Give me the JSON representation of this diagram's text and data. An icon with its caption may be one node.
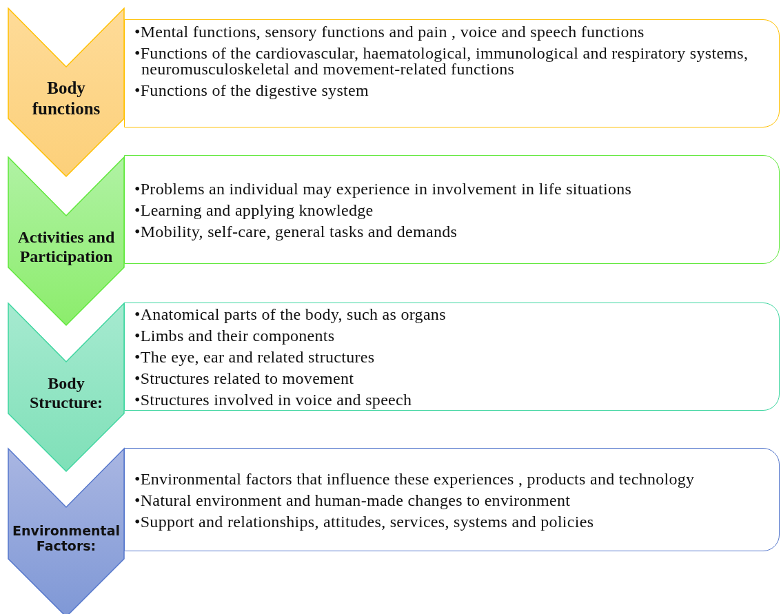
{
  "diagram": {
    "nodes": [
      {
        "text": [
          "Body functions"
        ]
      },
      {
        "text": [
          "•Mental functions, sensory functions and pain , voice and speech functions",
          "•Functions of the cardiovascular, haematological, immunological and respiratory systems, neuromusculoskeletal and movement-related functions",
          "•Functions of the digestive system"
        ]
      },
      {
        "text": [
          "Activities and Participation"
        ]
      },
      {
        "text": [
          "•Problems an individual may experience in involvement in life situations",
          "•Learning and applying knowledge",
          "•Mobility, self-care, general tasks and demands"
        ]
      },
      {
        "text": [
          "Body Structure:"
        ]
      },
      {
        "text": [
          "•Anatomical parts of the body, such as organs",
          "•Limbs and their components",
          "•The eye, ear and related structures",
          "•Structures related to movement",
          "•Structures involved in voice and speech"
        ]
      },
      {
        "text": [
          "Environmental Factors:"
        ]
      },
      {
        "text": [
          "•Environmental factors that influence these experiences , products and technology",
          "•Natural environment and human-made changes to environment",
          "•Support and relationships, attitudes, services, systems and policies"
        ]
      }
    ]
  }
}
